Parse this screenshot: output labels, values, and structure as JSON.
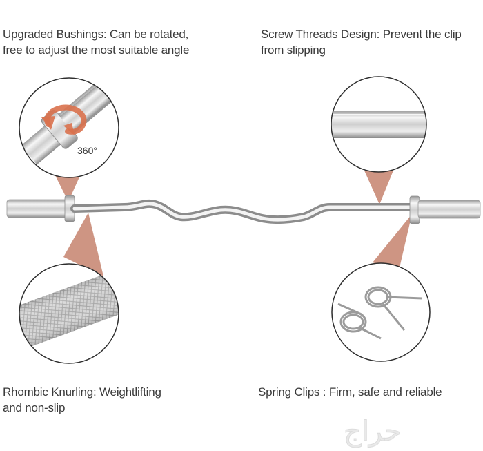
{
  "captions": {
    "top_left": "Upgraded Bushings: Can be rotated,\nfree to adjust the most suitable angle",
    "top_right": "Screw Threads Design: Prevent the clip\nfrom slipping",
    "bottom_left": "Rhombic Knurling: Weightlifting\nand non-slip",
    "bottom_right": "Spring Clips : Firm, safe and reliable"
  },
  "rotation_label": "360°",
  "watermark": "حراج",
  "colors": {
    "callout": "#c98a76",
    "rotation_arrow": "#d9714d",
    "chrome_light": "#f4f4f4",
    "chrome_dark": "#8f8f8f",
    "circle_border": "#2e2e2e"
  }
}
